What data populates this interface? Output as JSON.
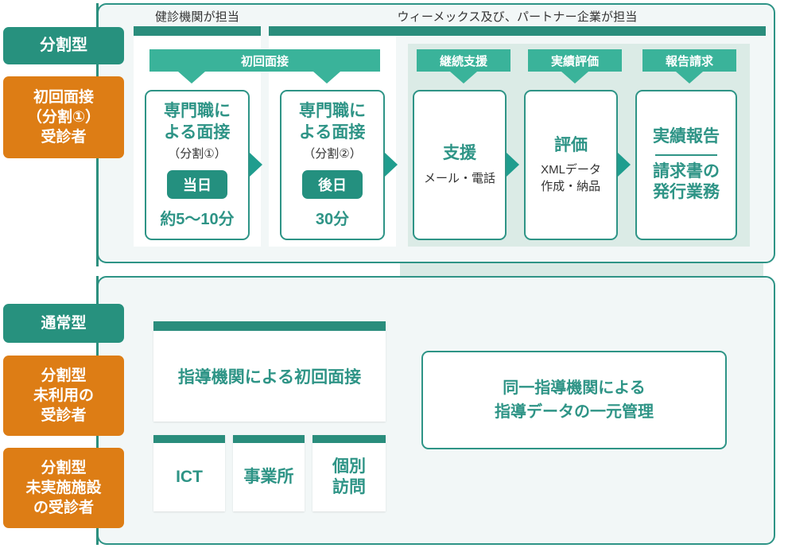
{
  "theme": {
    "green_dark": "#2a8d7c",
    "green_mid": "#2e9486",
    "green_light": "#3ab39a",
    "band_tint": "#d9eae5",
    "orange": "#dd7d15",
    "panel_bg": "#f2f7f7",
    "text_dark": "#333333"
  },
  "headers": {
    "left_caption": "健診機関が担当",
    "right_caption": "ウィーメックス及び、パートナー企業が担当"
  },
  "rail": {
    "top": [
      {
        "label": "分割型",
        "style": "green"
      },
      {
        "label": "初回面接\n（分割①）\n受診者",
        "style": "orange"
      }
    ],
    "bottom": [
      {
        "label": "通常型",
        "style": "green"
      },
      {
        "label": "分割型\n未利用の\n受診者",
        "style": "orange"
      },
      {
        "label": "分割型\n未実施施設\nの受診者",
        "style": "orange"
      }
    ]
  },
  "top_panel": {
    "chips": [
      {
        "label": "初回面接"
      },
      {
        "label": "継続支援"
      },
      {
        "label": "実績評価"
      },
      {
        "label": "報告請求"
      }
    ],
    "cards": [
      {
        "title": "専門職に\nによる面接",
        "title_l1": "専門職に",
        "title_l2": "よる面接",
        "sub": "（分割①）",
        "pill": "当日",
        "duration": "約5〜10分"
      },
      {
        "title_l1": "専門職に",
        "title_l2": "よる面接",
        "sub": "（分割②）",
        "pill": "後日",
        "duration": "30分"
      },
      {
        "title_l1": "支援",
        "body_l1": "メール・電話"
      },
      {
        "title_l1": "評価",
        "body_l1": "XMLデータ",
        "body_l2": "作成・納品"
      },
      {
        "title_l1": "実績報告",
        "body_l1": "請求書の",
        "body_l2": "発行業務"
      }
    ]
  },
  "bottom_panel": {
    "wide_card": {
      "label": "指導機関による初回面接"
    },
    "small_cards": [
      {
        "label_l1": "ICT",
        "label_l2": ""
      },
      {
        "label_l1": "事業所",
        "label_l2": ""
      },
      {
        "label_l1": "個別",
        "label_l2": "訪問"
      }
    ],
    "big_card": {
      "line1": "同一指導機関による",
      "line2": "指導データの一元管理"
    }
  }
}
